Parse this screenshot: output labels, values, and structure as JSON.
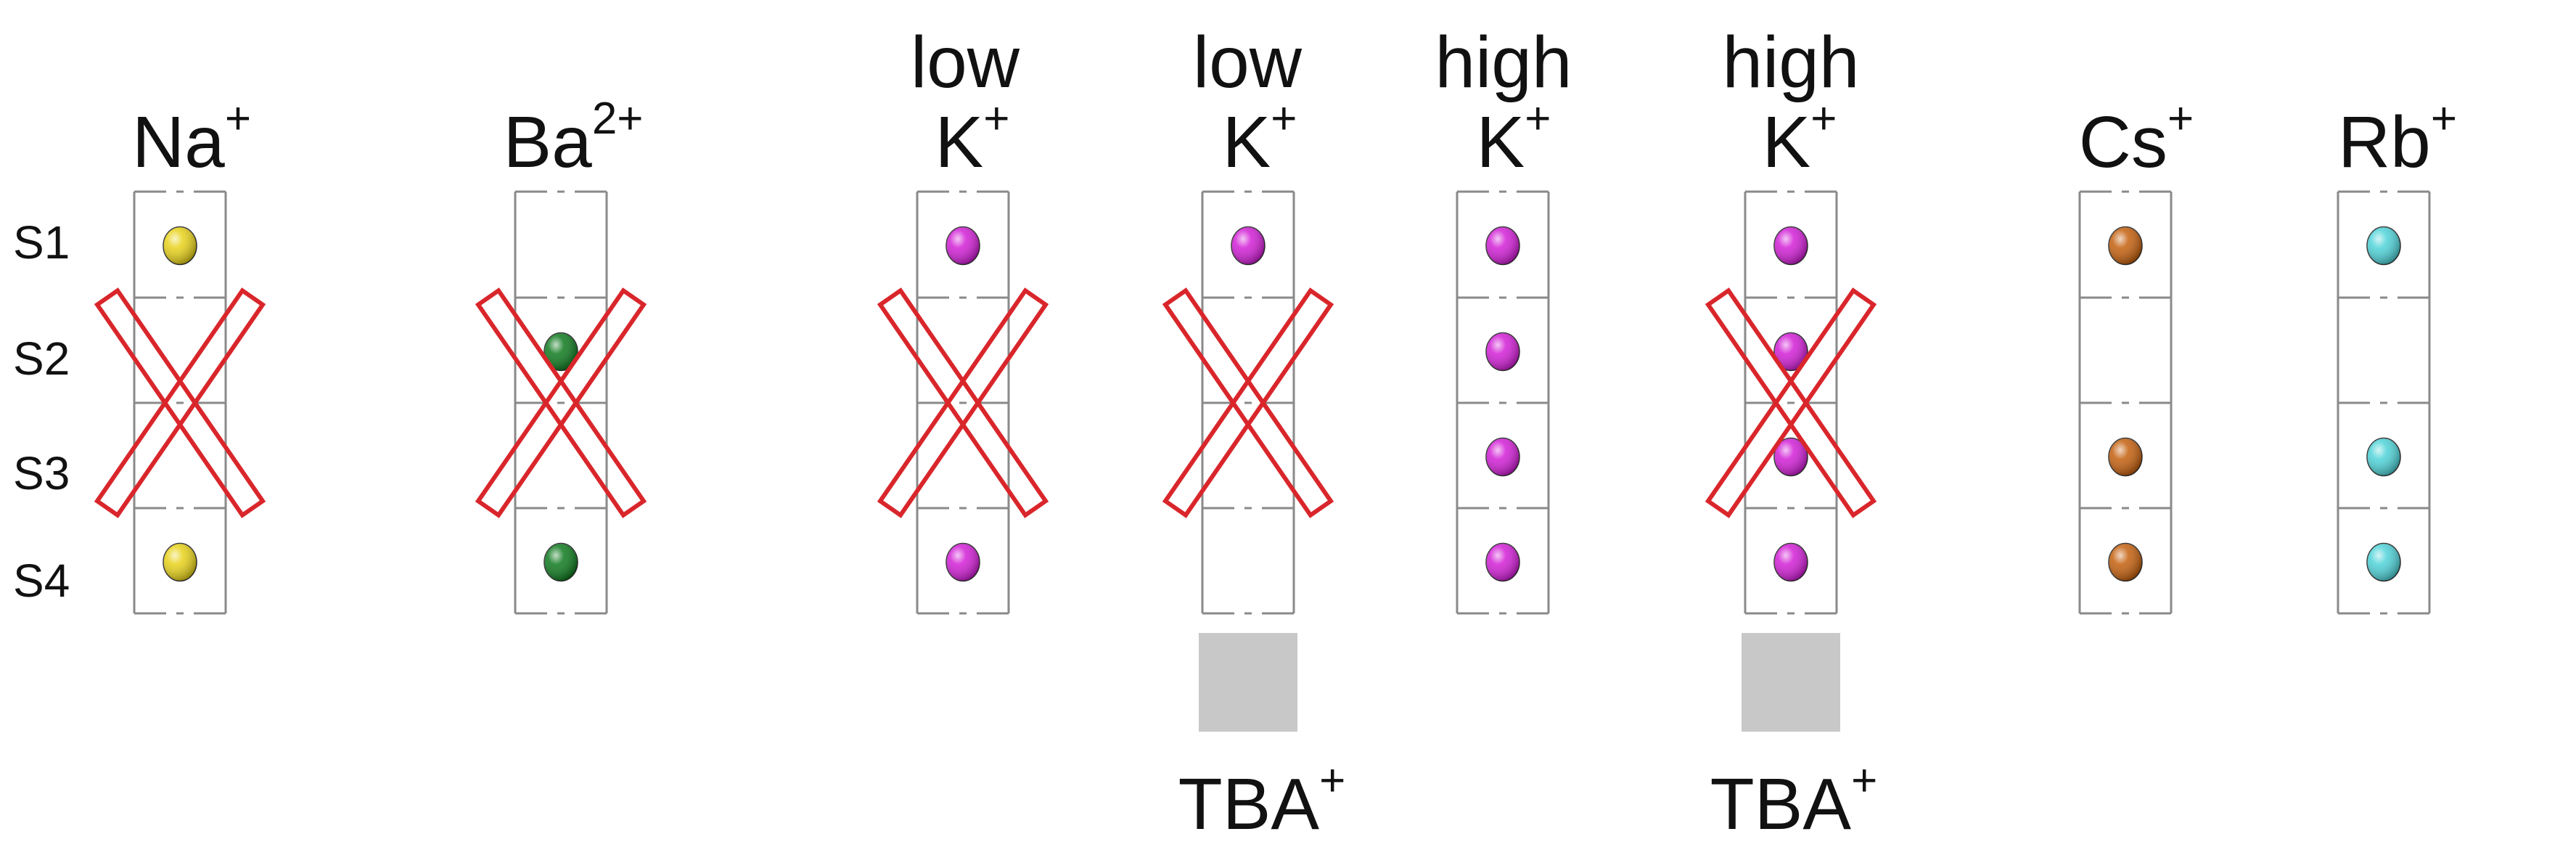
{
  "site_labels": [
    "S1",
    "S2",
    "S3",
    "S4"
  ],
  "columns": [
    {
      "id": "na",
      "qualifier": "",
      "ion": "Na",
      "charge": "+",
      "ion_color": "#e8d21a",
      "occupied_sites": [
        1,
        4
      ],
      "crossed": true,
      "blocker": ""
    },
    {
      "id": "ba",
      "qualifier": "",
      "ion": "Ba",
      "charge": "2+",
      "ion_color": "#0f7a1f",
      "occupied_sites": [
        2,
        4
      ],
      "crossed": true,
      "blocker": ""
    },
    {
      "id": "low-k",
      "qualifier": "low",
      "ion": "K",
      "charge": "+",
      "ion_color": "#d21fd6",
      "occupied_sites": [
        1,
        4
      ],
      "crossed": true,
      "blocker": ""
    },
    {
      "id": "low-k-tba",
      "qualifier": "low",
      "ion": "K",
      "charge": "+",
      "ion_color": "#d21fd6",
      "occupied_sites": [
        1
      ],
      "crossed": true,
      "blocker": "TBA",
      "blocker_charge": "+"
    },
    {
      "id": "high-k",
      "qualifier": "high",
      "ion": "K",
      "charge": "+",
      "ion_color": "#d21fd6",
      "occupied_sites": [
        1,
        2,
        3,
        4
      ],
      "crossed": false,
      "blocker": ""
    },
    {
      "id": "high-k-tba",
      "qualifier": "high",
      "ion": "K",
      "charge": "+",
      "ion_color": "#d21fd6",
      "occupied_sites": [
        1,
        2,
        3,
        4
      ],
      "crossed": true,
      "blocker": "TBA",
      "blocker_charge": "+"
    },
    {
      "id": "cs",
      "qualifier": "",
      "ion": "Cs",
      "charge": "+",
      "ion_color": "#c4600e",
      "occupied_sites": [
        1,
        3,
        4
      ],
      "crossed": false,
      "blocker": ""
    },
    {
      "id": "rb",
      "qualifier": "",
      "ion": "Rb",
      "charge": "+",
      "ion_color": "#4fd3d8",
      "occupied_sites": [
        1,
        3,
        4
      ],
      "crossed": false,
      "blocker": ""
    }
  ],
  "colors": {
    "cross": "#d9262b",
    "box_line": "#8a8a8a",
    "blocker_fill": "#c8c8c8"
  }
}
